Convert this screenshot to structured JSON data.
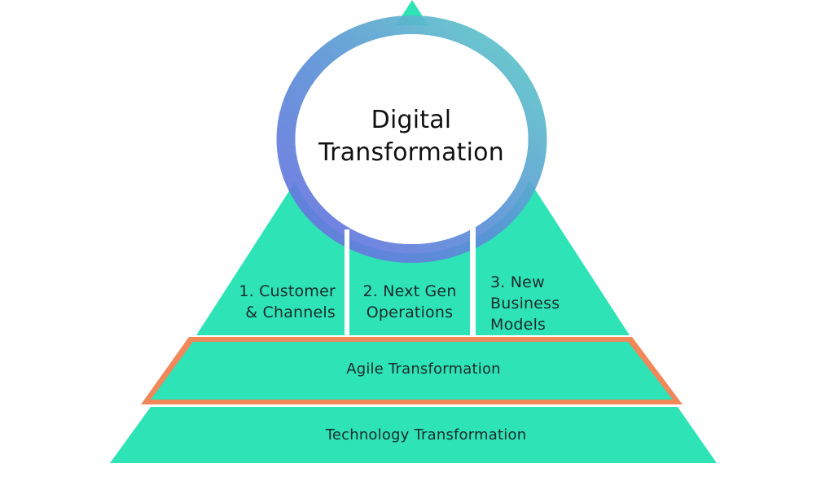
{
  "diagram": {
    "title": "Digital\nTransformation",
    "pillars": [
      {
        "label": "1. Customer\n& Channels"
      },
      {
        "label": "2. Next Gen\nOperations"
      },
      {
        "label": "3. New\nBusiness\nModels"
      }
    ],
    "layers": [
      {
        "label": "Agile Transformation",
        "highlighted": true
      },
      {
        "label": "Technology Transformation",
        "highlighted": false
      }
    ]
  },
  "colors": {
    "pyramid_fill": "#2EE3B6",
    "highlight_border": "#F0885A",
    "ring_gradient_start": "#6A6FE0",
    "ring_gradient_mid": "#3F7AD6",
    "ring_gradient_end": "#5ECFC6",
    "text": "#1C2A2A",
    "background": "#FFFFFF"
  }
}
